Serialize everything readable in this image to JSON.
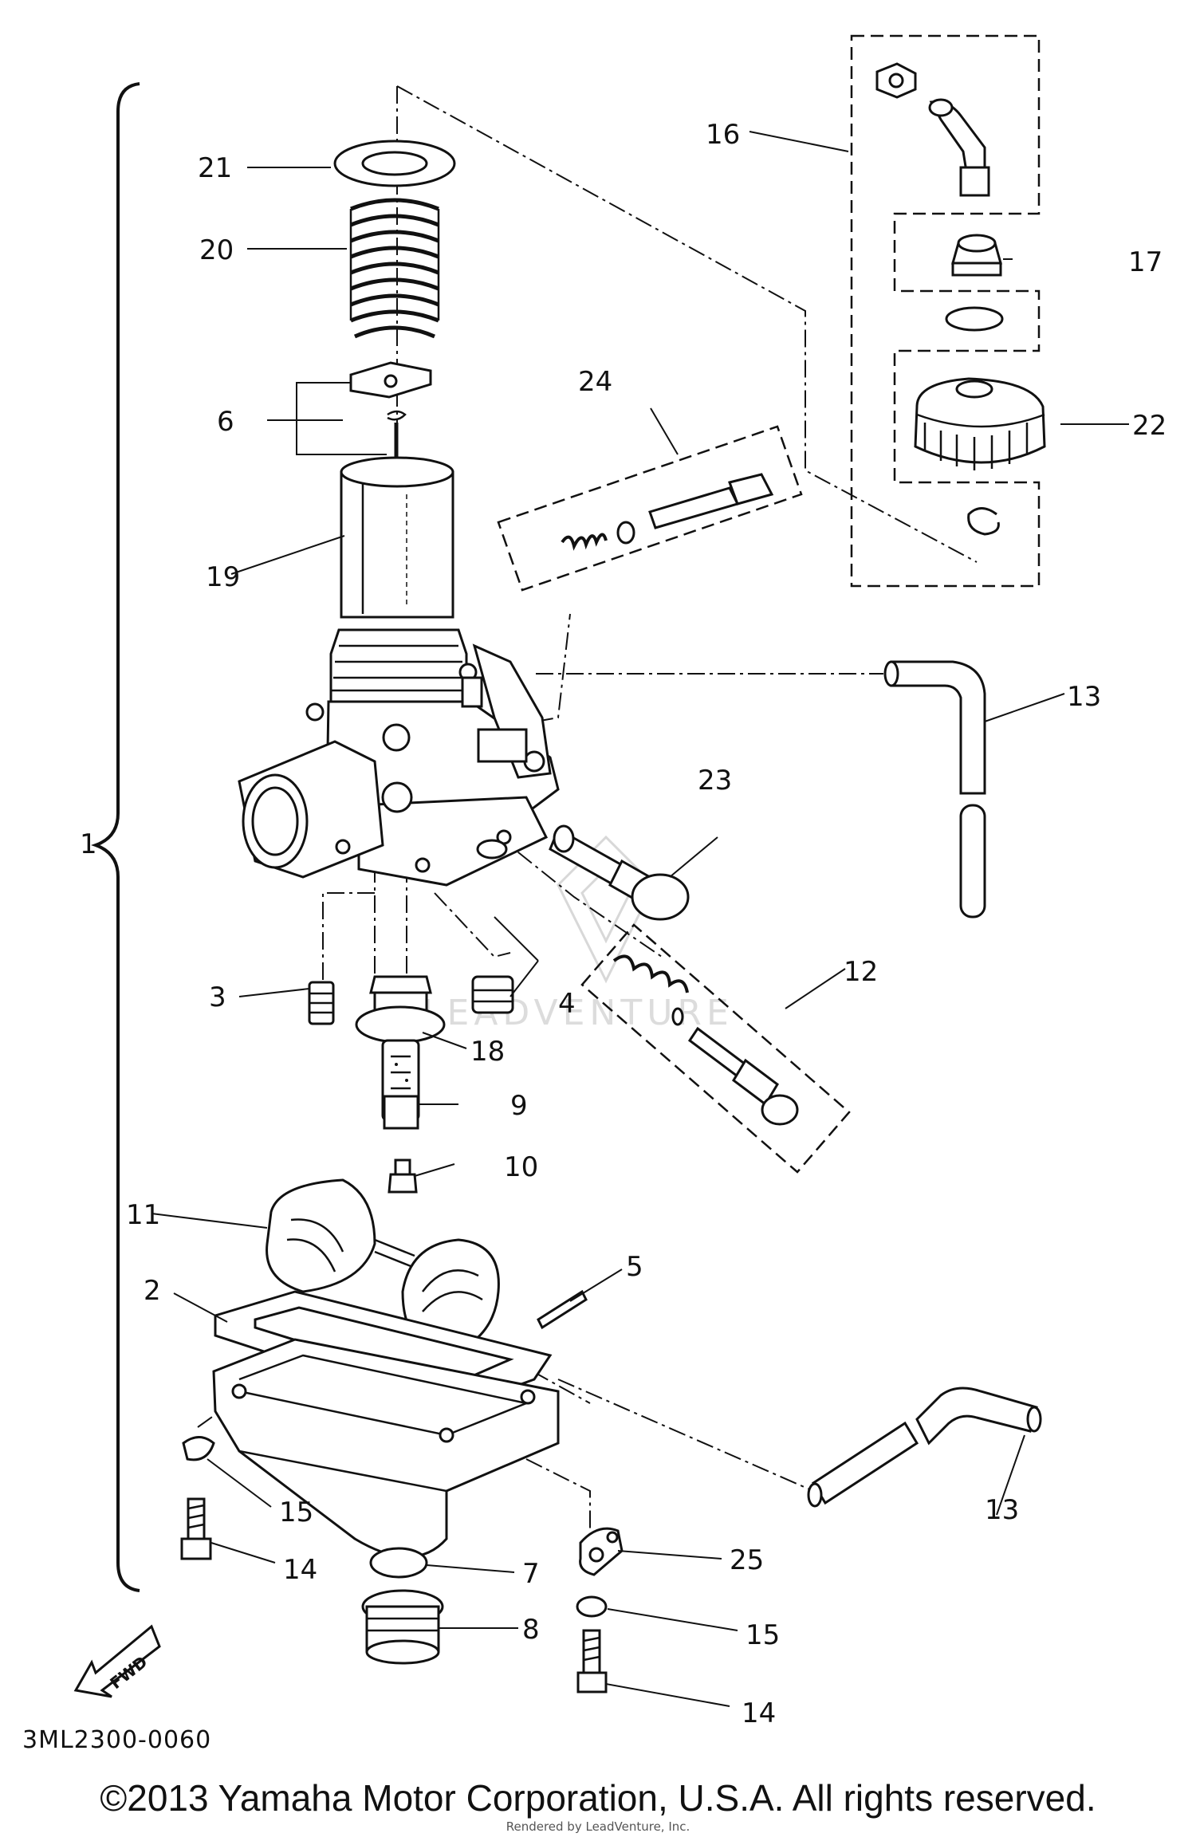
{
  "diagram": {
    "part_code": "3ML2300-0060",
    "fwd_label": "FWD",
    "labels": [
      "1",
      "2",
      "3",
      "4",
      "5",
      "6",
      "7",
      "8",
      "9",
      "10",
      "11",
      "12",
      "13",
      "13",
      "14",
      "14",
      "15",
      "15",
      "16",
      "17",
      "18",
      "19",
      "20",
      "21",
      "22",
      "23",
      "24",
      "25"
    ]
  },
  "footer": {
    "copyright": "©2013 Yamaha Motor Corporation, U.S.A. All rights reserved.",
    "credit": "Rendered by LeadVenture, Inc.",
    "watermark": "LEADVENTURE"
  }
}
